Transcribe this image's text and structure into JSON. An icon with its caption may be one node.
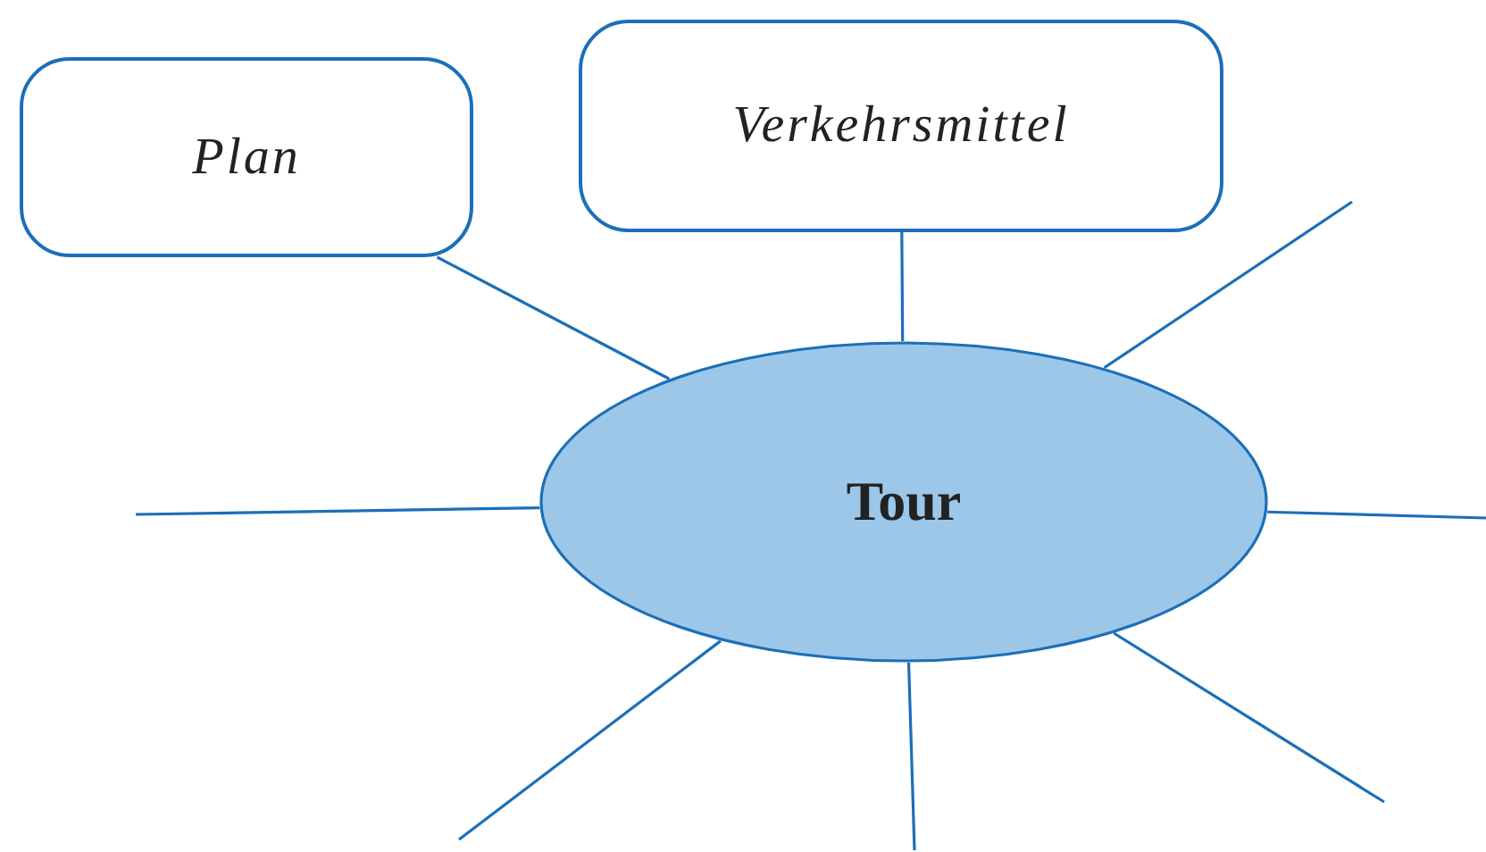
{
  "diagram": {
    "nodes": [
      {
        "text": [
          "Tour"
        ]
      },
      {
        "text": [
          "Plan"
        ]
      },
      {
        "text": [
          "Verkehrsmittel"
        ]
      }
    ],
    "edges": [
      {
        "from": 1,
        "to": 0,
        "arrow": "none"
      },
      {
        "from": 2,
        "to": 0,
        "arrow": "none"
      },
      {
        "from": 0,
        "to": null,
        "arrow": "none"
      },
      {
        "from": 0,
        "to": null,
        "arrow": "none"
      },
      {
        "from": 0,
        "to": null,
        "arrow": "none"
      },
      {
        "from": 0,
        "to": null,
        "arrow": "none"
      },
      {
        "from": 0,
        "to": null,
        "arrow": "none"
      },
      {
        "from": 0,
        "to": null,
        "arrow": "none"
      }
    ]
  }
}
